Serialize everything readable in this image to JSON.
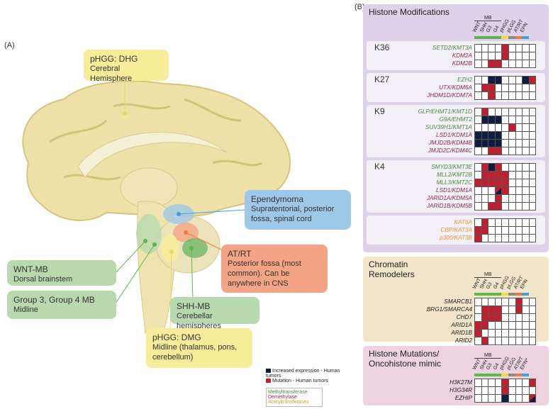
{
  "labels": {
    "a": "(A)",
    "b": "(B)"
  },
  "callouts": {
    "dhg": {
      "title": "pHGG: DHG",
      "desc": "Cerebral Hemisphere"
    },
    "epn": {
      "title": "Ependymoma",
      "desc": "Supratentorial, posterior fossa, spinal cord"
    },
    "atrt": {
      "title": "AT/RT",
      "desc": "Posterior fossa (most common). Can be anywhere in CNS"
    },
    "wnt": {
      "title": "WNT-MB",
      "desc": "Dorsal brainstem"
    },
    "g34": {
      "title": "Group 3, Group 4 MB",
      "desc": "Midline"
    },
    "shh": {
      "title": "SHH-MB",
      "desc": "Cerebellar hemispheres"
    },
    "dmg": {
      "title": "pHGG: DMG",
      "desc": "Midline (thalamus, pons, cerebellum)"
    }
  },
  "columns": [
    "WNT",
    "SHH",
    "G3",
    "G4",
    "pHGG",
    "pLGG",
    "AT/RT",
    "EPN"
  ],
  "columns_hm": [
    "WNT",
    "SHH",
    "G3",
    "G4",
    "pHGG",
    "pLGG",
    "AT/RT",
    "EPN*"
  ],
  "col_colors": [
    "#5cb84a",
    "#5cb84a",
    "#5cb84a",
    "#5cb84a",
    "#f0de3c",
    "#8a8a8a",
    "#f07a3c",
    "#3aa4dc"
  ],
  "mb_label": "MB",
  "colors": {
    "methyl": "#4a8a3a",
    "demethyl": "#8a2a4a",
    "acetyl": "#e8962e",
    "mutation": "#c0202e",
    "expression": "#101c40"
  },
  "sections": {
    "histone_mod": {
      "title": "Histone Modifications",
      "groups": [
        {
          "title": "K36",
          "genes": [
            {
              "name": "SETD2/KMT3A",
              "type": "methyl",
              "cells": "....m...."
            },
            {
              "name": "KDM2A",
              "type": "demethyl",
              "cells": "....m...."
            },
            {
              "name": "KDM2B",
              "type": "demethyl",
              "cells": "..mm....."
            }
          ]
        },
        {
          "title": "K27",
          "genes": [
            {
              "name": "EZH2",
              "type": "methyl",
              "cells": "..ee...em"
            },
            {
              "name": "UTX/KDM6A",
              "type": "demethyl",
              "cells": ".mm......"
            },
            {
              "name": "JHDM1D/KDM7A",
              "type": "demethyl",
              "cells": "..m......"
            }
          ]
        },
        {
          "title": "K9",
          "genes": [
            {
              "name": "GLP/EHMT1/KMT1D",
              "type": "methyl",
              "cells": ".m......."
            },
            {
              "name": "G9A/EHMT2",
              "type": "methyl",
              "cells": ".eee....."
            },
            {
              "name": "SUV39H1/KMT1A",
              "type": "methyl",
              "cells": ".....m..."
            },
            {
              "name": "LSD1/KDM1A",
              "type": "demethyl",
              "cells": "eeee....."
            },
            {
              "name": "JMJD2B/KDM4B",
              "type": "demethyl",
              "cells": "eeee....."
            },
            {
              "name": "JMJD2C/KDM4C",
              "type": "demethyl",
              "cells": "..mm....."
            }
          ]
        },
        {
          "title": "K4",
          "genes": [
            {
              "name": "SMYD3/KMT3E",
              "type": "methyl",
              "cells": ".mem....."
            },
            {
              "name": "MLL2/KMT2B",
              "type": "methyl",
              "cells": ".mmmm...."
            },
            {
              "name": "MLL3/KMT2C",
              "type": "methyl",
              "cells": "mmmmm...."
            },
            {
              "name": "LSD1/KDM1A",
              "type": "demethyl",
              "cells": "...hm...."
            },
            {
              "name": "JARID1A/KDM5A",
              "type": "demethyl",
              "cells": "...m....."
            },
            {
              "name": "JARID1B/KDM5B",
              "type": "demethyl",
              "cells": "..mm....."
            }
          ]
        },
        {
          "title": "",
          "genes": [
            {
              "name": "KAT6A",
              "type": "acetyl",
              "cells": ".m......."
            },
            {
              "name": "CBP/KAT3A",
              "type": "acetyl",
              "cells": "mm......."
            },
            {
              "name": "p300/KAT3B",
              "type": "acetyl",
              "cells": "m........"
            }
          ]
        }
      ]
    },
    "chromatin": {
      "title": "Chromatin Remodelers",
      "genes": [
        {
          "name": "SMARCB1",
          "cells": "......m.."
        },
        {
          "name": "BRG1/SMARCA4",
          "cells": ".mmm..m.."
        },
        {
          "name": "CHD7",
          "cells": ".mmm....."
        },
        {
          "name": "ARID1A",
          "cells": "mm......."
        },
        {
          "name": "ARID1B",
          "cells": "m........"
        },
        {
          "name": "ARID2",
          "cells": ".m......."
        }
      ]
    },
    "histone_mut": {
      "title": "Histone Mutations/ Oncohistone mimic",
      "genes": [
        {
          "name": "H3K27M",
          "cells": "....m...m"
        },
        {
          "name": "H3G34R",
          "cells": "....m...."
        },
        {
          "name": "EZHIP",
          "cells": "....e...h"
        }
      ]
    }
  },
  "legend": {
    "expression": "Increased expression - Human tumors",
    "mutation": "Mutation - Human tumors",
    "methyl": "Methyltransferase",
    "demethyl": "Demethylase",
    "acetyl": "Acetyltransferases"
  }
}
